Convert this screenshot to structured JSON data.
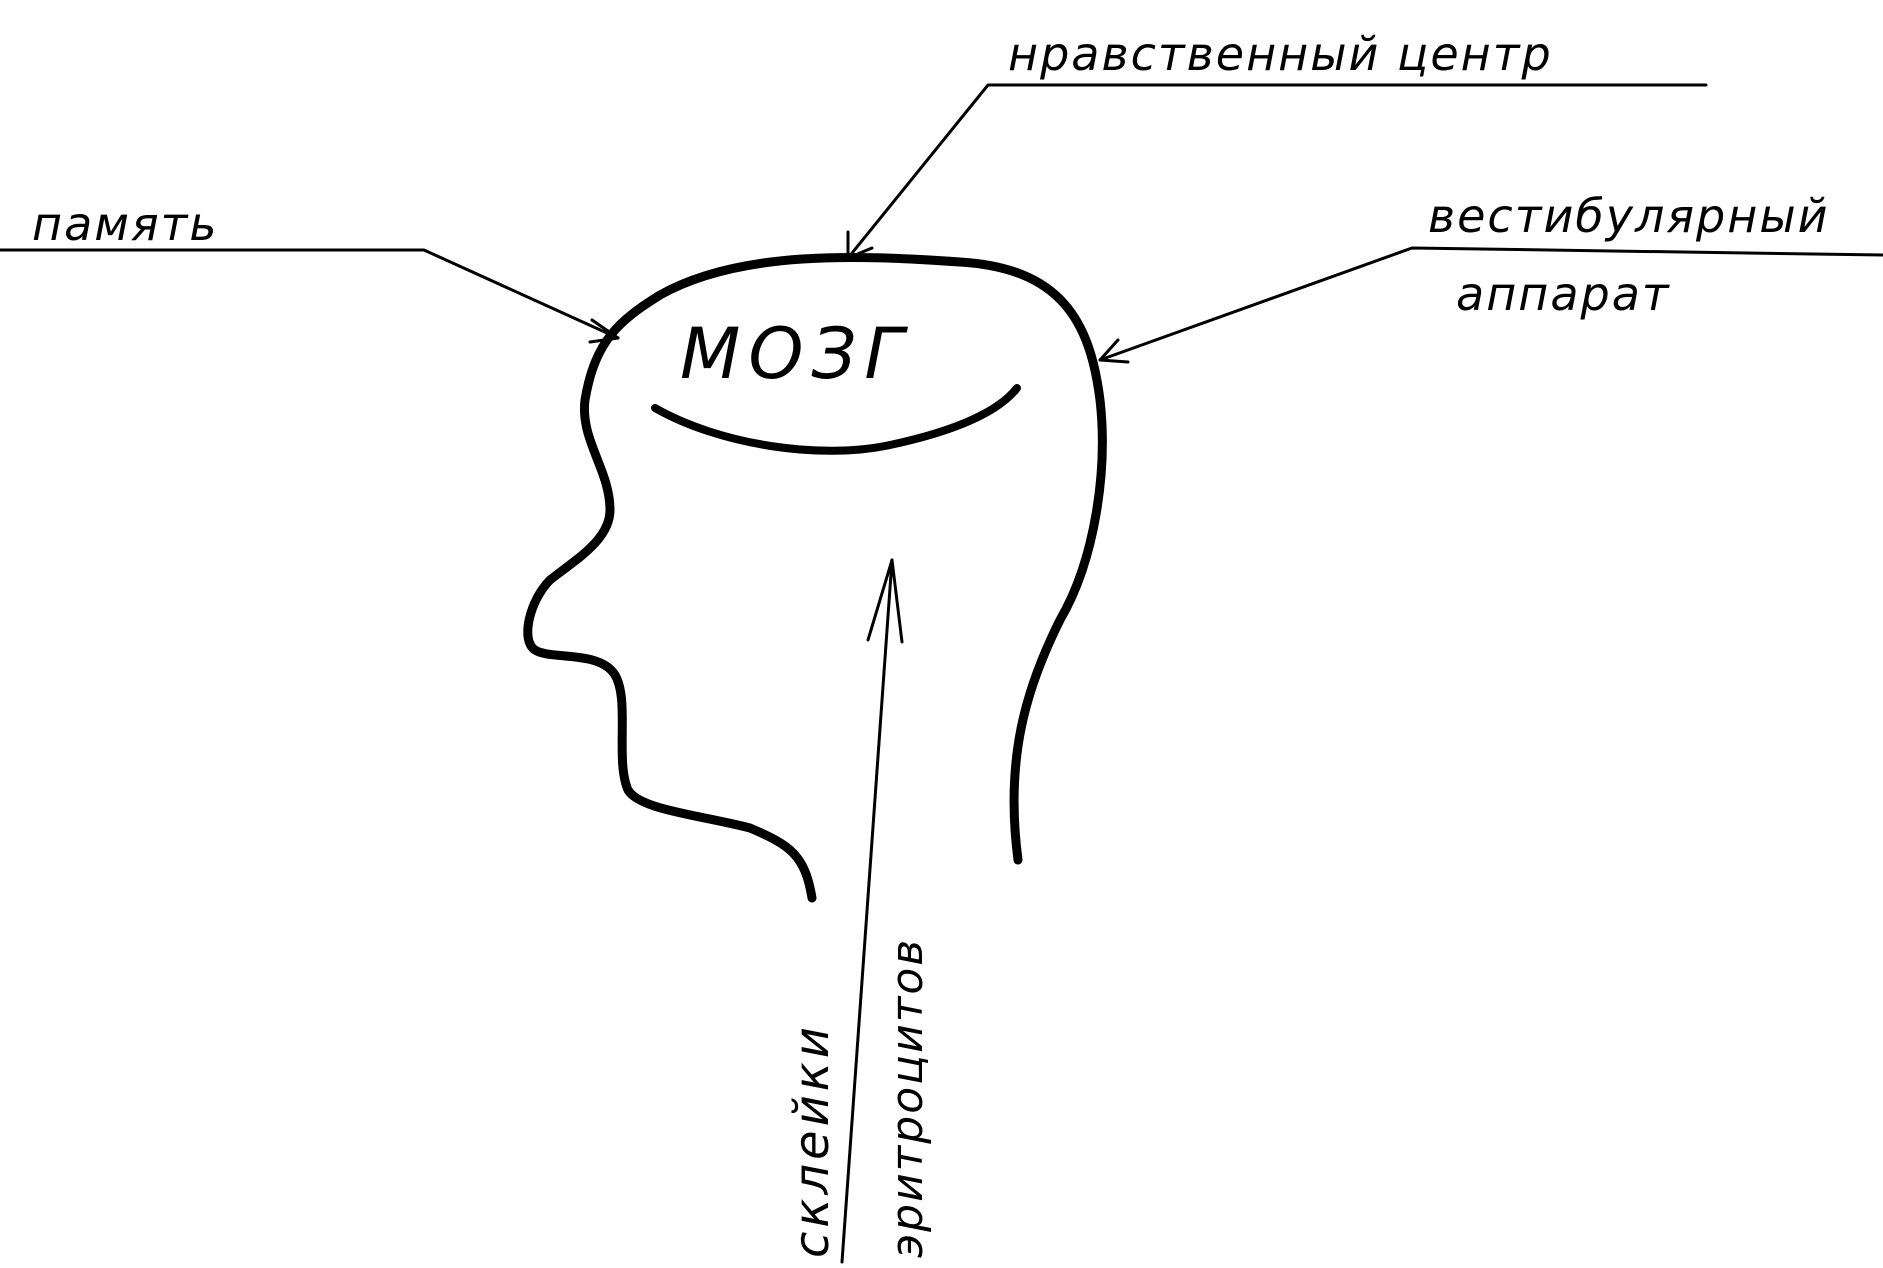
{
  "labels": {
    "brain": "МОЗГ",
    "moral_center": "нравственный центр",
    "memory": "память",
    "vestibular_line1": "вестибулярный",
    "vestibular_line2": "аппарат",
    "glueing_line1": "склейки",
    "glueing_line2": "эритроцитов"
  },
  "colors": {
    "ink": "#000000",
    "paper": "#ffffff"
  }
}
